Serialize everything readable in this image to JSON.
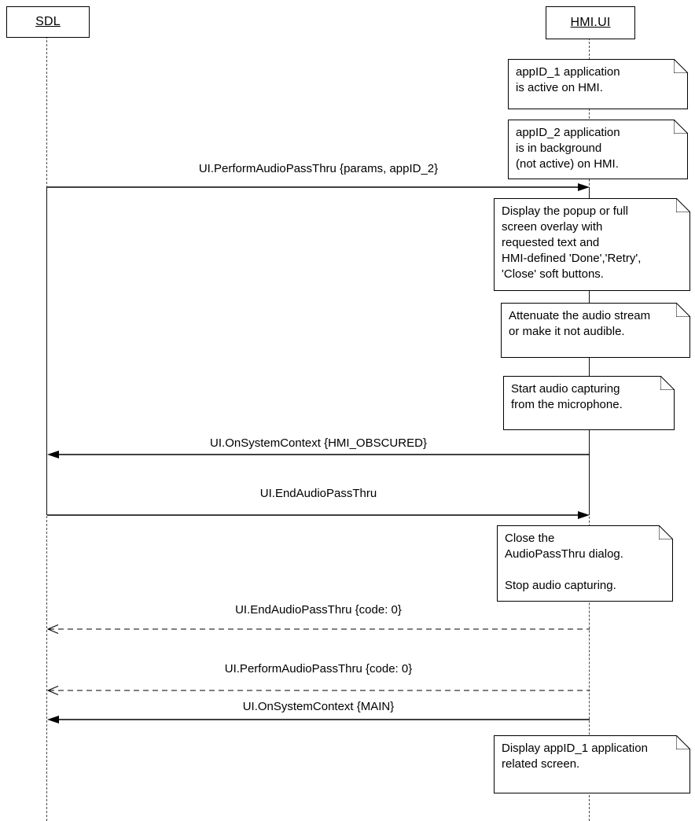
{
  "diagram": {
    "type": "uml-sequence",
    "colors": {
      "line": "#000000",
      "background": "#ffffff"
    },
    "actors": [
      {
        "name": "SDL"
      },
      {
        "name": "HMI.UI"
      }
    ],
    "notes": [
      {
        "attached_to": "HMI.UI",
        "text": "appID_1 application\nis active on HMI."
      },
      {
        "attached_to": "HMI.UI",
        "text": "appID_2 application\nis in background\n(not active) on HMI."
      },
      {
        "attached_to": "HMI.UI",
        "text": "Display the popup or full\nscreen overlay with\nrequested text and\nHMI-defined 'Done','Retry',\n'Close' soft buttons."
      },
      {
        "attached_to": "HMI.UI",
        "text": "Attenuate the audio stream\nor make it not audible."
      },
      {
        "attached_to": "HMI.UI",
        "text": "Start audio capturing\nfrom the microphone."
      },
      {
        "attached_to": "HMI.UI",
        "text": "Close the\nAudioPassThru dialog.\n\nStop audio capturing."
      },
      {
        "attached_to": "HMI.UI",
        "text": "Display appID_1 application\nrelated screen."
      }
    ],
    "messages": [
      {
        "label": "UI.PerformAudioPassThru {params, appID_2}",
        "from": "SDL",
        "to": "HMI.UI",
        "line": "solid",
        "head": "filled"
      },
      {
        "label": "UI.OnSystemContext {HMI_OBSCURED}",
        "from": "HMI.UI",
        "to": "SDL",
        "line": "solid",
        "head": "filled"
      },
      {
        "label": "UI.EndAudioPassThru",
        "from": "SDL",
        "to": "HMI.UI",
        "line": "solid",
        "head": "filled"
      },
      {
        "label": "UI.EndAudioPassThru {code: 0}",
        "from": "HMI.UI",
        "to": "SDL",
        "line": "dashed",
        "head": "open"
      },
      {
        "label": "UI.PerformAudioPassThru {code: 0}",
        "from": "HMI.UI",
        "to": "SDL",
        "line": "dashed",
        "head": "open"
      },
      {
        "label": "UI.OnSystemContext {MAIN}",
        "from": "HMI.UI",
        "to": "SDL",
        "line": "solid",
        "head": "filled"
      }
    ]
  }
}
